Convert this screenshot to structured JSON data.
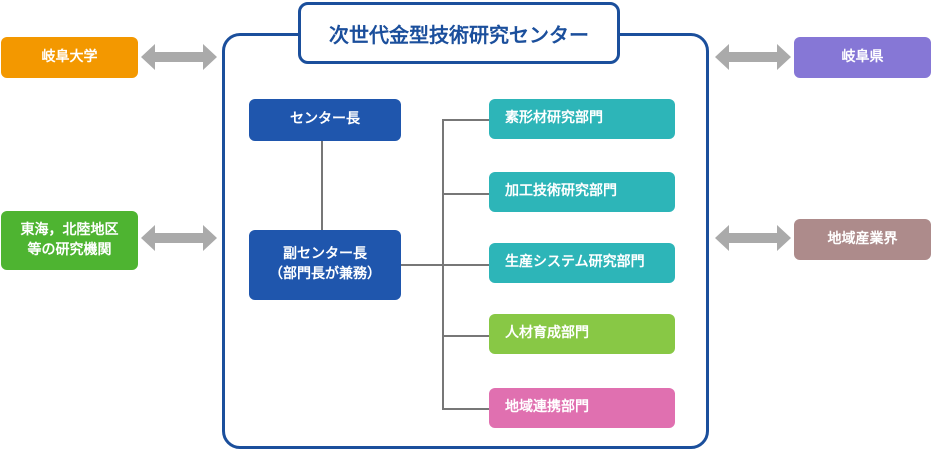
{
  "title": "次世代金型技術研究センター",
  "left_partners": [
    {
      "label": "岐阜大学",
      "color": "#f39800"
    },
    {
      "label_line1": "東海，北陸地区",
      "label_line2": "等の研究機関",
      "color": "#4eb431"
    }
  ],
  "right_partners": [
    {
      "label": "岐阜県",
      "color": "#8677d6"
    },
    {
      "label": "地域産業界",
      "color": "#ad8b8b"
    }
  ],
  "director": {
    "label": "センター長",
    "color": "#1f56ad"
  },
  "vice_director": {
    "line1": "副センター長",
    "line2": "（部門長が兼務）",
    "color": "#1f56ad"
  },
  "departments": [
    {
      "label": "素形材研究部門",
      "color": "#2db5b8"
    },
    {
      "label": "加工技術研究部門",
      "color": "#2db5b8"
    },
    {
      "label": "生産システム研究部門",
      "color": "#2db5b8"
    },
    {
      "label": "人材育成部門",
      "color": "#88c845"
    },
    {
      "label": "地域連携部門",
      "color": "#e070b0"
    }
  ],
  "colors": {
    "frame": "#1b4f9c",
    "arrow": "#aaaaaa",
    "connector": "#777777"
  }
}
